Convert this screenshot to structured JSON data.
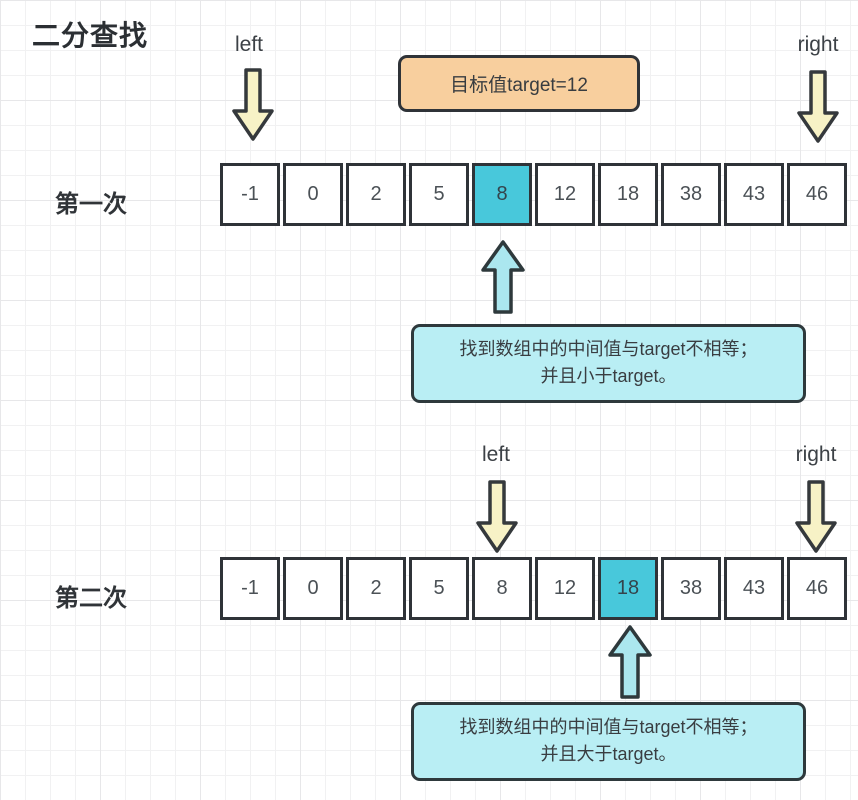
{
  "page": {
    "title": "二分查找"
  },
  "target_box": {
    "label": "目标值target=12"
  },
  "colors": {
    "highlight_cell": "#48c8db",
    "target_box_fill": "#f8cf9e",
    "callout_fill": "#b9eef4",
    "yellow_arrow_fill": "#f7f2c6",
    "cyan_arrow_fill": "#abe7ef",
    "outline": "#2f3338"
  },
  "sections": [
    {
      "row_label": "第一次",
      "left_label": "left",
      "right_label": "right",
      "cells": [
        "-1",
        "0",
        "2",
        "5",
        "8",
        "12",
        "18",
        "38",
        "43",
        "46"
      ],
      "highlight_index": 4,
      "callout": {
        "line1": "找到数组中的中间值与target不相等；",
        "line2": "并且小于target。"
      }
    },
    {
      "row_label": "第二次",
      "left_label": "left",
      "right_label": "right",
      "cells": [
        "-1",
        "0",
        "2",
        "5",
        "8",
        "12",
        "18",
        "38",
        "43",
        "46"
      ],
      "highlight_index": 6,
      "callout": {
        "line1": "找到数组中的中间值与target不相等；",
        "line2": "并且大于target。"
      }
    }
  ]
}
